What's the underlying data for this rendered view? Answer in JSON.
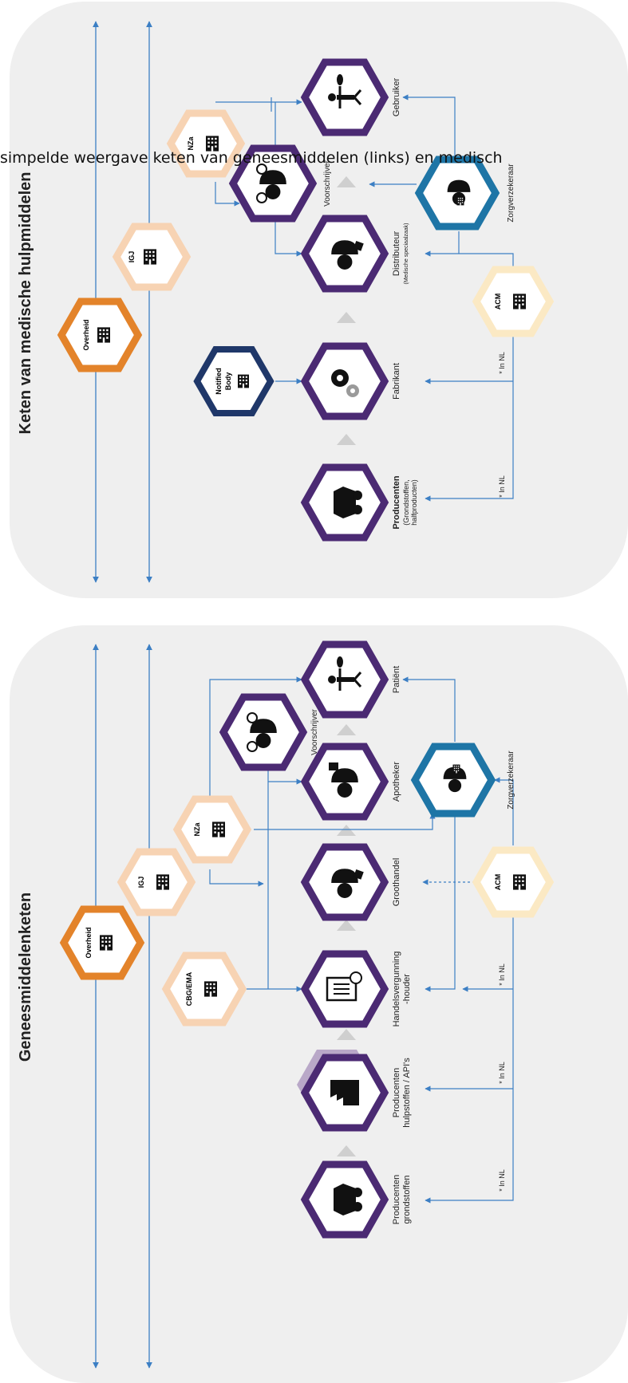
{
  "caption": "simpelde weergave keten van geneesmiddelen (links) en medisch",
  "top_panel": {
    "title": "Keten van medische hulpmiddelen",
    "actors": {
      "producenten": "Producenten",
      "producenten_sub1": "(Grondstoffen,",
      "producenten_sub2": "halfproducten)",
      "fabrikant": "Fabrikant",
      "distributeur": "Distributeur",
      "distributeur_sub": "(Medische speciaalzaak)",
      "voorschrijver": "Voorschrijver",
      "gebruiker": "Gebruiker"
    },
    "authorities": {
      "overheid": "Overheid",
      "igj": "IGJ",
      "nza": "NZa",
      "notified_body_1": "Notified",
      "notified_body_2": "Body",
      "acm": "ACM",
      "zorgverzekeraar": "Zorgverzekeraar"
    },
    "notes": {
      "in_nl_1": "* In NL",
      "in_nl_2": "* In NL"
    }
  },
  "bottom_panel": {
    "title": "Geneesmiddelenketen",
    "actors": {
      "producenten_grondstoffen_1": "Producenten",
      "producenten_grondstoffen_2": "grondstoffen",
      "producenten_hulp_1": "Producenten",
      "producenten_hulp_2": "hulpstoffen / API's",
      "handels_1": "Handelsvergunning",
      "handels_2": "-houder",
      "groothandel": "Groothandel",
      "apotheker": "Apotheker",
      "voorschrijver": "Voorschrijver",
      "patient": "Patiënt"
    },
    "authorities": {
      "overheid": "Overheid",
      "igj": "IGJ",
      "nza": "NZa",
      "cbg_ema": "CBG/EMA",
      "acm": "ACM",
      "zorgverzekeraar": "Zorgverzekeraar"
    },
    "notes": {
      "in_nl_1": "* In NL",
      "in_nl_2": "* In NL",
      "in_nl_3": "* In NL"
    }
  },
  "colors": {
    "panel": "#efefef",
    "actor": "#4b2a73",
    "overheid": "#e3832a",
    "light_orange": "#f7d3b3",
    "light_yellow": "#fbe9c4",
    "notified_body": "#1f3769",
    "zorgverzekeraar": "#1e75a6",
    "arrow": "#3c7fc4"
  },
  "icons": {
    "producer": "truck-icon",
    "fabrikant": "gears-icon",
    "distributor": "worker-parcel-icon",
    "prescriber": "doctor-icon",
    "user": "person-pills-icon",
    "authority": "building-icon",
    "factory": "factory-icon",
    "document": "document-icon",
    "pharmacist": "pharmacist-icon"
  }
}
